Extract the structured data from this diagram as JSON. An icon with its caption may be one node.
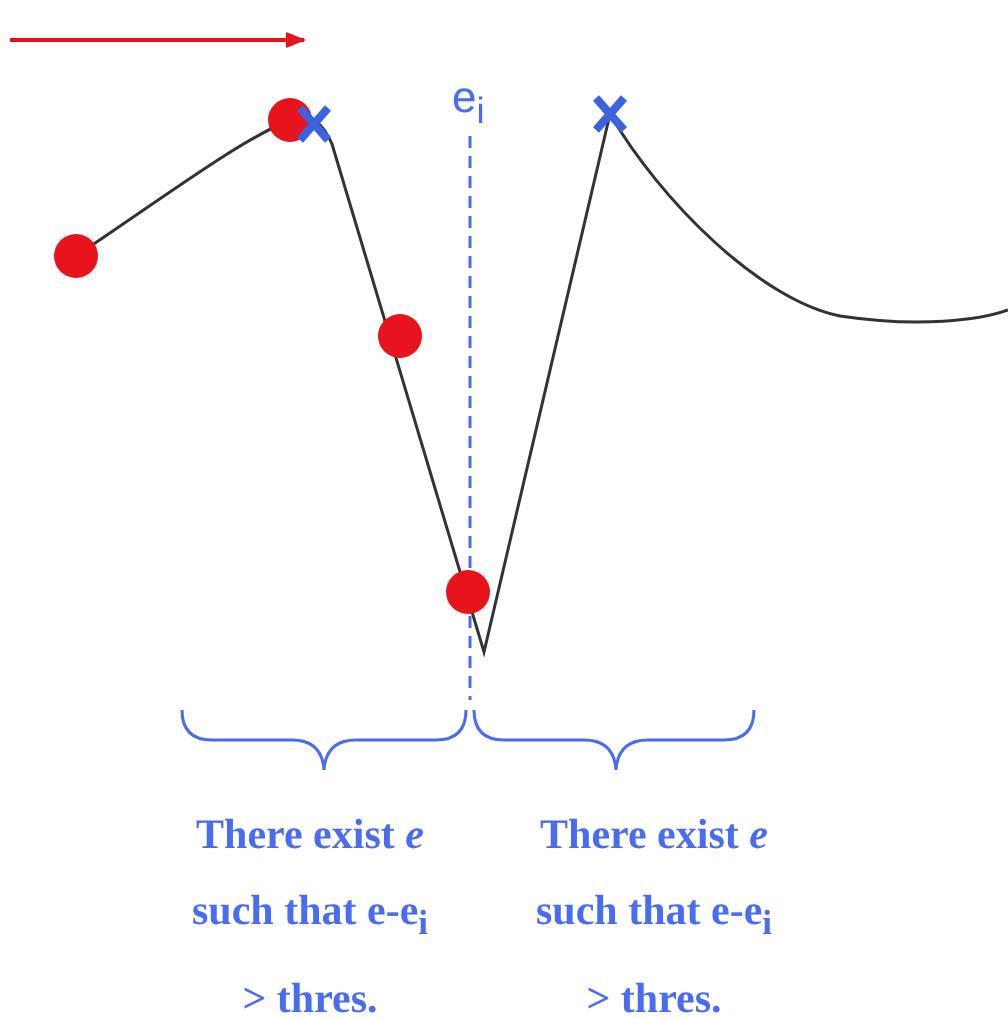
{
  "diagram": {
    "labels": [
      "e$_{i}$",
      "There exist *e* such that e-e$_{i}$ > thres.",
      "There exist *e* such that e-e$_{i}$ > thres."
    ]
  }
}
